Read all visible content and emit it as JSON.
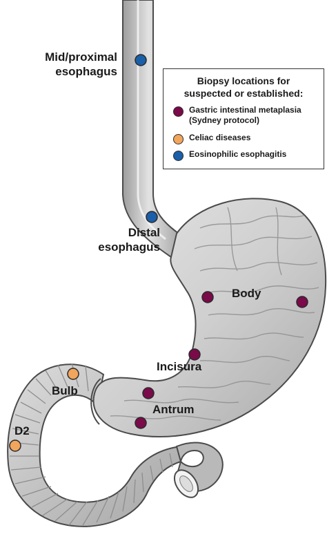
{
  "labels": {
    "mid_proximal_esophagus": [
      "Mid/proximal",
      "esophagus"
    ],
    "distal_esophagus": [
      "Distal",
      "esophagus"
    ],
    "body": "Body",
    "incisura": "Incisura",
    "antrum": "Antrum",
    "bulb": "Bulb",
    "d2": "D2"
  },
  "legend": {
    "title": [
      "Biopsy locations for",
      "suspected or established:"
    ],
    "items": [
      {
        "label": [
          "Gastric intestinal metaplasia",
          "(Sydney protocol)"
        ],
        "color": "#7a0a4a"
      },
      {
        "label": [
          "Celiac diseases"
        ],
        "color": "#f2a55c"
      },
      {
        "label": [
          "Eosinophilic esophagitis"
        ],
        "color": "#1a5fa8"
      }
    ]
  },
  "colors": {
    "organ_fill": "#c8c8c8",
    "organ_outline": "#4a4a4a",
    "gim_marker": "#7a0a4a",
    "celiac_marker": "#f2a55c",
    "eoe_marker": "#1a5fa8"
  }
}
